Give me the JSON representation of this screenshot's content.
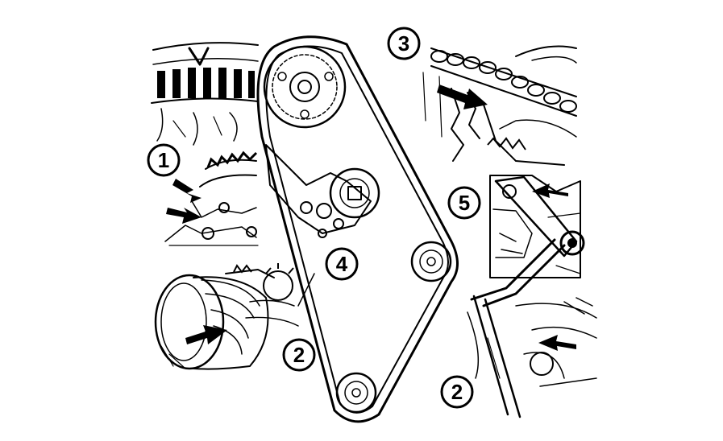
{
  "callouts": [
    {
      "id": "1",
      "label": "1"
    },
    {
      "id": "2a",
      "label": "2"
    },
    {
      "id": "3",
      "label": "3"
    },
    {
      "id": "4",
      "label": "4"
    },
    {
      "id": "5",
      "label": "5"
    },
    {
      "id": "2b",
      "label": "2"
    }
  ],
  "colors": {
    "ink": "#000000",
    "background": "#ffffff"
  },
  "icons": [
    "arrow-pointer-icon",
    "timing-belt",
    "sprocket",
    "crankshaft-pulley",
    "timing-chain",
    "tensioner-tool"
  ]
}
